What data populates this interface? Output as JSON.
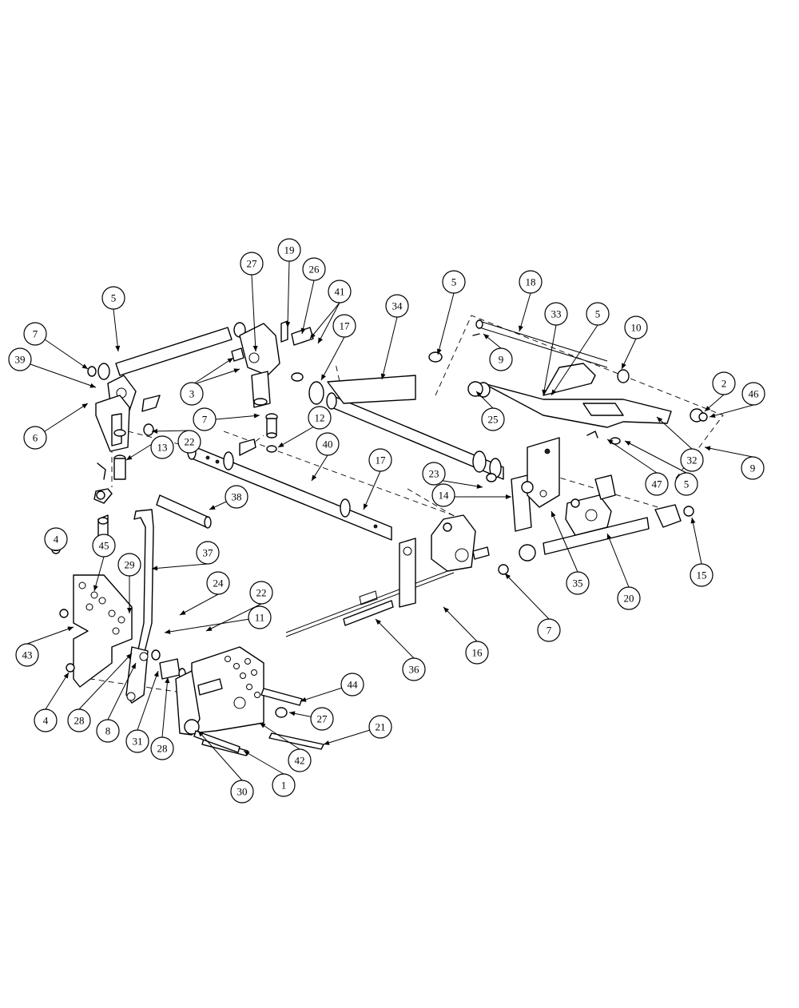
{
  "callouts": {
    "c1": "1",
    "c2": "2",
    "c3": "3",
    "c4a": "4",
    "c4b": "4",
    "c5a": "5",
    "c5b": "5",
    "c5c": "5",
    "c5d": "5",
    "c6": "6",
    "c7a": "7",
    "c7b": "7",
    "c7c": "7",
    "c8": "8",
    "c9a": "9",
    "c9b": "9",
    "c10": "10",
    "c11": "11",
    "c12": "12",
    "c13": "13",
    "c14": "14",
    "c15": "15",
    "c16": "16",
    "c17a": "17",
    "c17b": "17",
    "c18": "18",
    "c19": "19",
    "c20": "20",
    "c21": "21",
    "c22a": "22",
    "c22b": "22",
    "c23": "23",
    "c24": "24",
    "c25": "25",
    "c26": "26",
    "c27a": "27",
    "c27b": "27",
    "c28a": "28",
    "c28b": "28",
    "c29": "29",
    "c30": "30",
    "c31": "31",
    "c32": "32",
    "c33": "33",
    "c34": "34",
    "c35": "35",
    "c36": "36",
    "c37": "37",
    "c38": "38",
    "c39": "39",
    "c40": "40",
    "c41": "41",
    "c42": "42",
    "c43": "43",
    "c44": "44",
    "c45": "45",
    "c46": "46",
    "c47": "47"
  },
  "colors": {
    "line": "#000000",
    "background": "#ffffff"
  }
}
